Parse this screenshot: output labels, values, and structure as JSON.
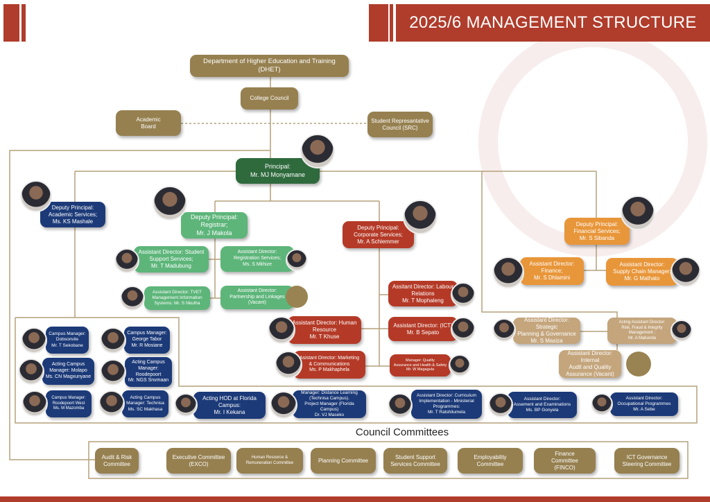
{
  "header": {
    "title": "2025/6 MANAGEMENT STRUCTURE"
  },
  "governance": {
    "dhet": "Department of Higher Education and Training\n(DHET)",
    "council": "College Council",
    "academic_board": "Academic\nBoard",
    "src": "Student Represantative\nCouncil (SRC)"
  },
  "principal": "Principal:\nMr. MJ Monyamane",
  "academic": {
    "deputy": "Deputy Principal:\nAcademic Services;\nMs. KS Mashale",
    "campus": [
      "Campus Manager:\nDobsonvile\nMr. T Sekobane",
      "Campus Manager:\nGeorge Tabor\nMr. R Mosiane",
      "Acting Campus\nManager: Molapo\nMs. CN Magxunyane",
      "Acting Campus\nManager:\nRoodepoort\nMr. NGS Snvmaan",
      "Campus Manager:\nRoodepoort West\nMs. M Mazomba",
      "Acting Campus\nManager: Technisa\nMs. SC Makhasa"
    ],
    "row": [
      "Acting HOD at Florida\nCampus:\nMr. I Kekana",
      "Manager: Distance Learning\n(Technisa Campus).\nProject Manager  (Florida Campus)\nDr. VJ Maseko",
      "Assistant Director: Curriculum\nImplementation - Ministerial\nProgrammes:\nMr. T Ratshilumela",
      "Assistant Director:\nAssement and Examinations\nMs. BP Gonyela",
      "Assistant Director:\nOccupational Programmes\nMr. A Sebe"
    ]
  },
  "registrar": {
    "deputy": "Deputy Principal:\nRegistrar;\nMr. J Makola",
    "items": [
      "Assistant Director: Student\nSupport Services;\nMr. T Madubung",
      "Assistant Director:\nRegistration Services;\nMs. S Mkhize",
      "Assistant Director:  TVET\nManagement Information\nSystems: Mr. S Nkutha",
      "Assistant Director:\nPartnership and Linkages\n(Vacant)"
    ]
  },
  "corporate": {
    "deputy": "Deputy Principal:\nCorporate Services;\nMr. A Schlemmer",
    "items": [
      "Assitant Director: Labour\nRelations\nMr. T Mophaleng",
      "Assistant Director: (ICT)\nMr. B Sepato",
      "Manager: Quality\nAssurance and Health & Safety\nMr. W Magagula",
      "Assistant Director: Human\nResource\nMr. T Khuse",
      "Asistant Director: Marketing\n& Communications\nMs. P Makhaphela"
    ]
  },
  "financial": {
    "deputy": "Deputy Principal:\nFinancial Services;\nMr. S Sibanda",
    "items": [
      "Assistant Director:\nFinance;\nMr. S Dhlamini",
      "Assistant Director:\nSupply Chain Manager;\nMr.  G Mathato"
    ]
  },
  "office": {
    "items": [
      "Assistant Director: Strategic\nPlanning & Governance\nMr. S Masiza",
      "Acting Assistant Director:\nRisk, Fraud & Integrity\nManagement ;\nMr. A Mabunda",
      "Assistant Director: Internal\nAudit and Quality\nAssurance  (Vacant)"
    ]
  },
  "committees": {
    "title": "Council Committees",
    "items": [
      "Audit & Risk\nCommittee",
      "Executive  Committee\n(EXCO)",
      "Human Resource &\nRemuneration Committee",
      "Planning Committee",
      "Student Support\nServices Committee",
      "Employability\nCommittee",
      "Finance\nCommittee\n(FINCO)",
      "ICT Governance\nSteering Committee"
    ]
  },
  "colors": {
    "red": "#b03c2b",
    "gold": "#968050",
    "green": "#5db57a",
    "navy": "#1c3a78",
    "orange": "#e8963a"
  }
}
